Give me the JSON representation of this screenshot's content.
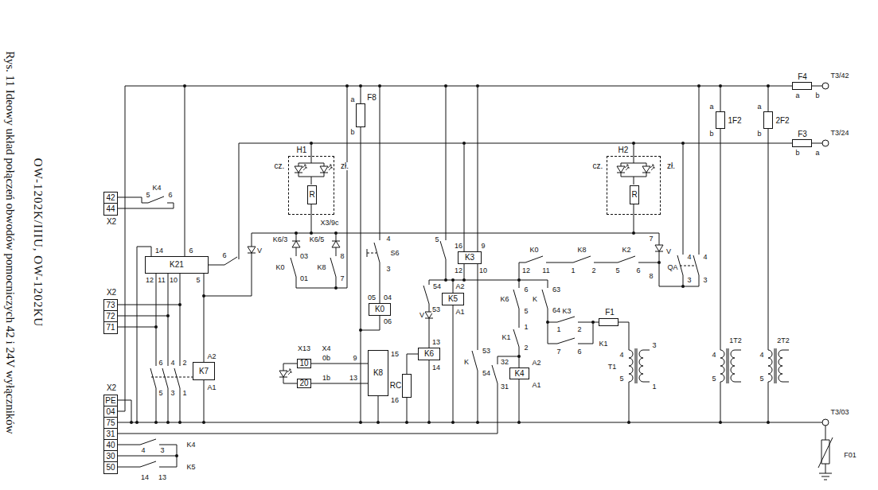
{
  "diagram": {
    "title": "Rys. 11 Ideowy układ połączeń obwodów pomocniczych 42 i 24V wyłączników",
    "caption": "OW-1202K/IIIU, OW-1202KU",
    "nodes": [
      {
        "text": [
          "42",
          "44",
          "X2"
        ]
      },
      {
        "text": [
          "73",
          "72",
          "71",
          "X2"
        ]
      },
      {
        "text": [
          "PE",
          "04",
          "75",
          "31",
          "40",
          "30",
          "50",
          "X2"
        ]
      },
      {
        "text": [
          "K21"
        ]
      },
      {
        "text": [
          "K7"
        ]
      },
      {
        "text": [
          "H1",
          "cz.",
          "zł."
        ]
      },
      {
        "text": [
          "R"
        ],
        "in": 5
      },
      {
        "text": [
          "F8"
        ]
      },
      {
        "text": [
          "K0"
        ]
      },
      {
        "text": [
          "10"
        ]
      },
      {
        "text": [
          "20"
        ]
      },
      {
        "text": [
          "K8"
        ]
      },
      {
        "text": [
          "RC"
        ]
      },
      {
        "text": [
          "K6"
        ]
      },
      {
        "text": [
          "K5"
        ]
      },
      {
        "text": [
          "K3"
        ]
      },
      {
        "text": [
          "K4"
        ]
      },
      {
        "text": [
          "F1"
        ]
      },
      {
        "text": [
          "H2",
          "cz.",
          "zł."
        ]
      },
      {
        "text": [
          "R"
        ],
        "in": 18
      },
      {
        "text": [
          "1F2"
        ]
      },
      {
        "text": [
          "2F2"
        ]
      },
      {
        "text": [
          "F4"
        ]
      },
      {
        "text": [
          "F3"
        ]
      }
    ],
    "edges": [
      {
        "from": 9,
        "to": 11,
        "arrow": "none"
      },
      {
        "from": 10,
        "to": 11,
        "arrow": "none"
      },
      {
        "from": 13,
        "to": 12,
        "arrow": "none"
      }
    ],
    "labels": [
      "K4",
      "5",
      "6",
      "14",
      "6",
      "12",
      "11",
      "10",
      "5",
      "6",
      "V",
      "6",
      "4",
      "2",
      "5",
      "3",
      "1",
      "A2",
      "A1",
      "K4",
      "4",
      "3",
      "K5",
      "14",
      "13",
      "X3/9c",
      "K6/3",
      "K6/5",
      "K0",
      "03",
      "01",
      "K8",
      "8",
      "7",
      "a",
      "b",
      "4",
      "S6",
      "3",
      "05",
      "04",
      "06",
      "X13",
      "X4",
      "0b",
      "9",
      "1b",
      "13",
      "15",
      "16",
      "13",
      "14",
      "54",
      "53",
      "V",
      "A2",
      "A1",
      "5",
      "16",
      "9",
      "12",
      "10",
      "K",
      "53",
      "54",
      "32",
      "31",
      "A2",
      "A1",
      "6",
      "5",
      "K6",
      "1",
      "2",
      "K1",
      "63",
      "64",
      "K",
      "K0",
      "12",
      "11",
      "K8",
      "1",
      "2",
      "K2",
      "5",
      "6",
      "K3",
      "1",
      "2",
      "7",
      "6",
      "K1",
      "4",
      "T1",
      "5",
      "3",
      "1",
      "7",
      "V",
      "8",
      "QA",
      "4",
      "3",
      "4",
      "3",
      "a",
      "b",
      "4",
      "5",
      "1T2",
      "a",
      "b",
      "4",
      "5",
      "2T2",
      "a",
      "b",
      "b",
      "a",
      "T3/42",
      "T3/24",
      "T3/03",
      "F01"
    ]
  }
}
